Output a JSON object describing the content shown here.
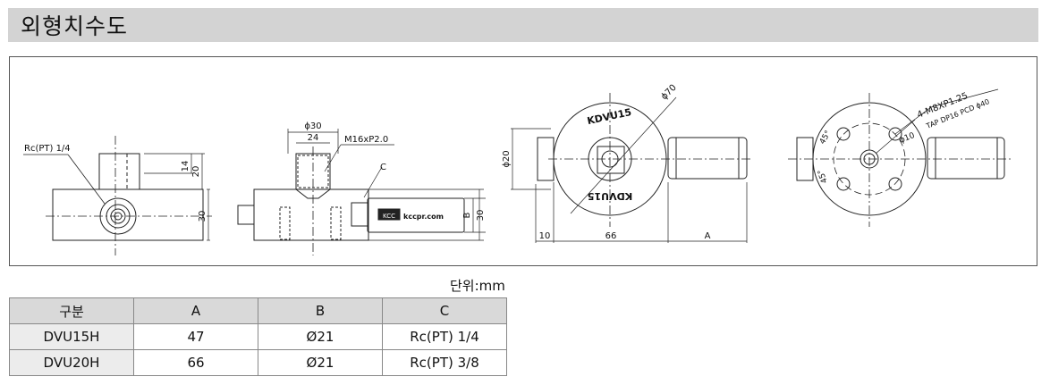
{
  "header": {
    "title": "외형치수도"
  },
  "drawing": {
    "labels": {
      "port_thread": "Rc(PT) 1/4",
      "dim_14": "14",
      "dim_20": "20",
      "dim_30_front": "30",
      "dim_phi30": "ϕ30",
      "dim_24": "24",
      "thread_m16": "M16xP2.0",
      "label_c": "C",
      "label_b": "B",
      "dim_30_side": "30",
      "brand_text": "kccpr.com",
      "brand_logo": "KCC",
      "dim_phi20": "ϕ20",
      "dim_phi70": "ϕ70",
      "engrave_top": "KDVU15",
      "engrave_bottom": "KDVU15",
      "dim_10": "10",
      "dim_66": "66",
      "label_a": "A",
      "bolt_spec": "4-M8XP1.25",
      "tap_spec": "TAP DP16 PCD ϕ40",
      "dim_phi10": "ϕ10",
      "angle_1": "45°",
      "angle_2": "45°"
    }
  },
  "unit_note": "단위:mm",
  "table": {
    "headers": [
      "구분",
      "A",
      "B",
      "C"
    ],
    "rows": [
      [
        "DVU15H",
        "47",
        "Ø21",
        "Rc(PT) 1/4"
      ],
      [
        "DVU20H",
        "66",
        "Ø21",
        "Rc(PT) 3/8"
      ]
    ]
  }
}
